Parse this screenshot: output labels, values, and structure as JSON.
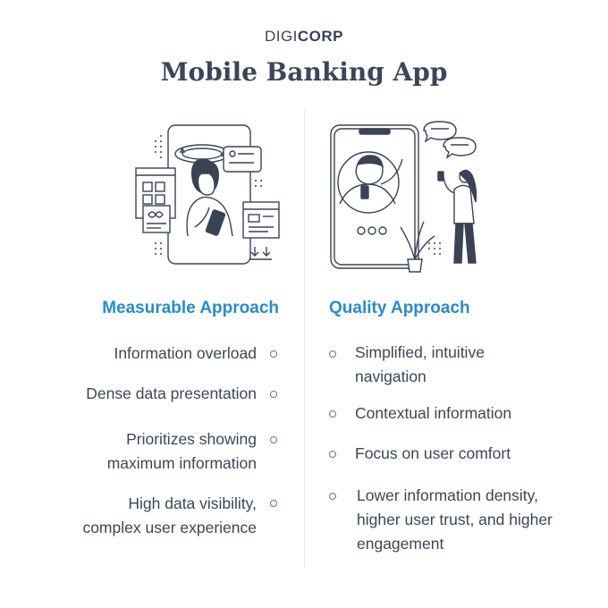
{
  "header": {
    "brand_part1": "DIGI",
    "brand_part2": "CORP",
    "title": "Mobile Banking App"
  },
  "colors": {
    "accent": "#2a8bc9",
    "text": "#3d4656",
    "line_art": "#3a4354"
  },
  "left": {
    "heading": "Measurable Approach",
    "illustration": "woman-with-phone-and-dense-widgets-illustration",
    "items": [
      {
        "text": "Information overload"
      },
      {
        "text": "Dense data presentation"
      },
      {
        "line1": "Prioritizes showing",
        "line2": "maximum information"
      },
      {
        "line1": "High data visibility,",
        "line2": "complex user experience"
      }
    ]
  },
  "right": {
    "heading": "Quality Approach",
    "illustration": "video-call-phone-and-woman-illustration",
    "items": [
      {
        "line1": "Simplified, intuitive",
        "line2": "navigation"
      },
      {
        "text": "Contextual information"
      },
      {
        "text": "Focus on user comfort"
      },
      {
        "line1": "Lower information density,",
        "line2": "higher user trust, and higher",
        "line3": "engagement"
      }
    ]
  }
}
